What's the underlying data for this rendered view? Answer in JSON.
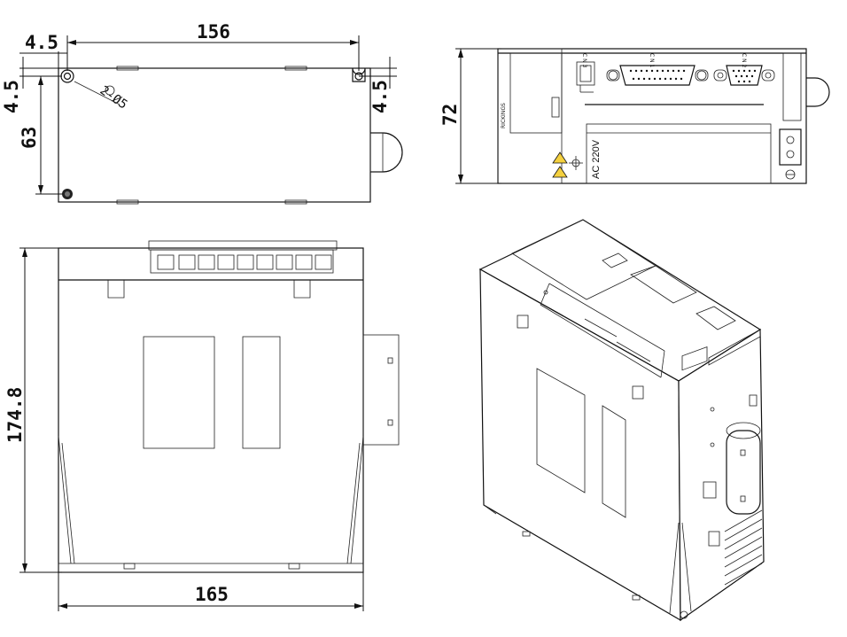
{
  "dimensions": {
    "top_width": "156",
    "top_offset": "4.5",
    "left_offset": "4.5",
    "right_offset": "4.5",
    "hole_spec": "2-Ø5",
    "height_63": "63",
    "front_height": "72",
    "side_height": "174.8",
    "side_width": "165"
  },
  "front_panel": {
    "cn1": "C N 1",
    "cn2": "C N 2",
    "cn3": "C N 3",
    "voltage": "AC 220V",
    "brand": "RICKINGS"
  },
  "colors": {
    "line": "#111111",
    "background": "#ffffff"
  }
}
